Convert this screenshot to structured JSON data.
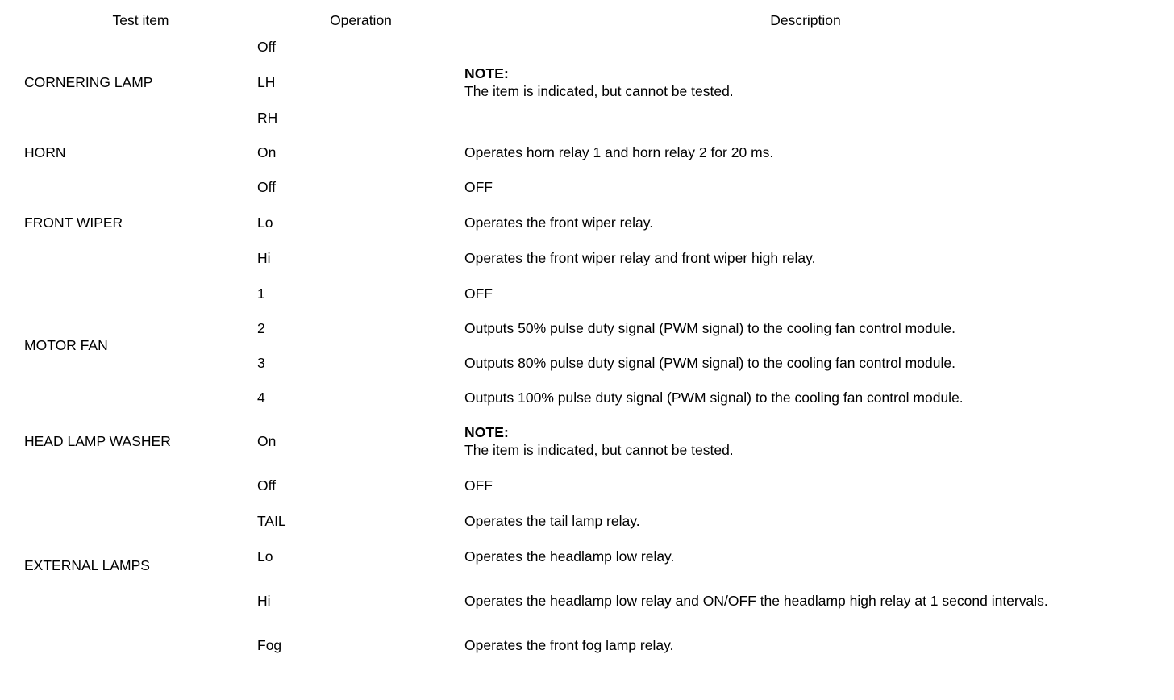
{
  "table": {
    "headers": {
      "test_item": "Test item",
      "operation": "Operation",
      "description": "Description"
    },
    "note_label": "NOTE:",
    "note_text": "The item is indicated, but cannot be tested.",
    "groups": [
      {
        "item": "CORNERING LAMP",
        "rows": [
          {
            "operation": "Off",
            "description": ""
          },
          {
            "operation": "LH",
            "description": ""
          },
          {
            "operation": "RH",
            "description": ""
          }
        ],
        "merged_description": {
          "type": "note",
          "label": "NOTE:",
          "text": "The item is indicated, but cannot be tested."
        }
      },
      {
        "item": "HORN",
        "rows": [
          {
            "operation": "On",
            "description": "Operates horn relay 1 and horn relay 2 for 20 ms."
          }
        ]
      },
      {
        "item": "FRONT WIPER",
        "rows": [
          {
            "operation": "Off",
            "description": "OFF"
          },
          {
            "operation": "Lo",
            "description": "Operates the front wiper relay."
          },
          {
            "operation": "Hi",
            "description": "Operates the front wiper relay and front wiper high relay."
          }
        ]
      },
      {
        "item": "MOTOR FAN",
        "rows": [
          {
            "operation": "1",
            "description": "OFF"
          },
          {
            "operation": "2",
            "description": "Outputs 50% pulse duty signal (PWM signal) to the cooling fan control module."
          },
          {
            "operation": "3",
            "description": "Outputs 80% pulse duty signal (PWM signal) to the cooling fan control module."
          },
          {
            "operation": "4",
            "description": "Outputs 100% pulse duty signal (PWM signal) to the cooling fan control module."
          }
        ]
      },
      {
        "item": "HEAD LAMP WASHER",
        "rows": [
          {
            "operation": "On",
            "description": ""
          }
        ],
        "merged_description": {
          "type": "note",
          "label": "NOTE:",
          "text": "The item is indicated, but cannot be tested."
        }
      },
      {
        "item": "EXTERNAL LAMPS",
        "rows": [
          {
            "operation": "Off",
            "description": "OFF"
          },
          {
            "operation": "TAIL",
            "description": "Operates the tail lamp relay."
          },
          {
            "operation": "Lo",
            "description": "Operates the headlamp low relay."
          },
          {
            "operation": "Hi",
            "description": "Operates the headlamp low relay and ON/OFF the headlamp high relay at 1 second intervals."
          },
          {
            "operation": "Fog",
            "description": "Operates the front fog lamp relay."
          }
        ]
      }
    ]
  }
}
